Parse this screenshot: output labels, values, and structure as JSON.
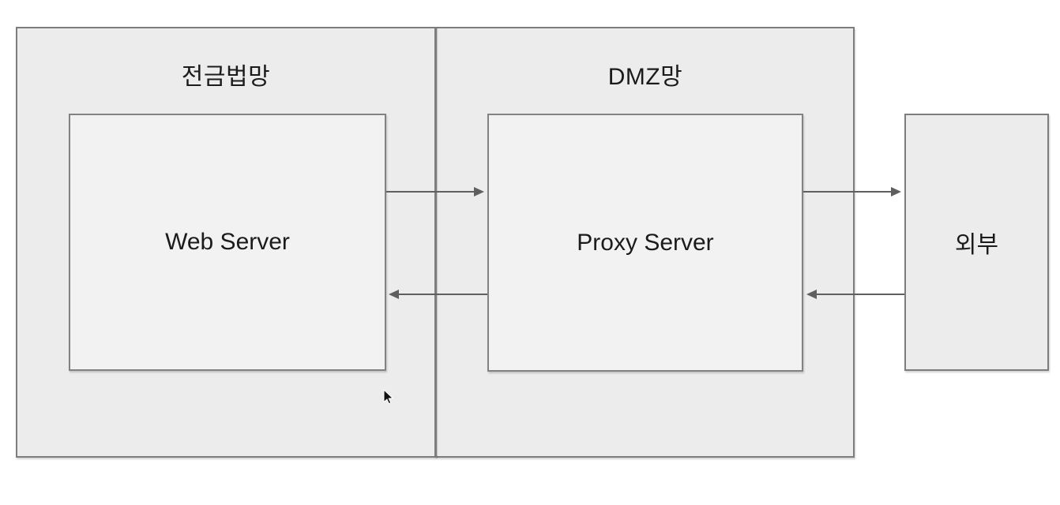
{
  "diagram": {
    "title": "network-zone-diagram",
    "zones": [
      {
        "name": "jeongeumbeop-mang",
        "label": "전금법망"
      },
      {
        "name": "dmz-mang",
        "label": "DMZ망"
      }
    ],
    "nodes": [
      {
        "name": "web-server",
        "label": "Web Server",
        "zone": "전금법망"
      },
      {
        "name": "proxy-server",
        "label": "Proxy Server",
        "zone": "DMZ망"
      },
      {
        "name": "external",
        "label": "외부"
      }
    ],
    "edges": [
      {
        "from": "Web Server",
        "to": "Proxy Server",
        "direction": "right"
      },
      {
        "from": "Proxy Server",
        "to": "Web Server",
        "direction": "left"
      },
      {
        "from": "Proxy Server",
        "to": "외부",
        "direction": "right"
      },
      {
        "from": "외부",
        "to": "Proxy Server",
        "direction": "left"
      }
    ],
    "colors": {
      "background": "#ffffff",
      "zone_fill": "#ececec",
      "node_fill": "#f2f2f2",
      "border": "#7d7d7d",
      "arrow": "#5f5f5f",
      "text": "#1b1b1b"
    }
  }
}
